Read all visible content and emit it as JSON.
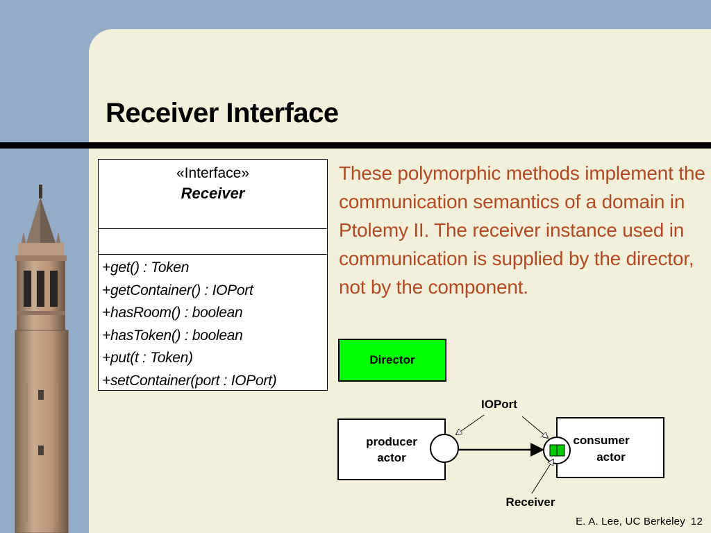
{
  "slide": {
    "title": "Receiver Interface",
    "description": "These polymorphic methods implement the communication semantics of a domain in Ptolemy II. The receiver instance used in communication is supplied by the director, not by the component."
  },
  "uml": {
    "stereotype": "«Interface»",
    "name": "Receiver",
    "operations": [
      "+get() : Token",
      "+getContainer() : IOPort",
      "+hasRoom() : boolean",
      "+hasToken() : boolean",
      "+put(t : Token)",
      "+setContainer(port : IOPort)"
    ]
  },
  "diagram": {
    "director": "Director",
    "producer_line1": "producer",
    "producer_line2": "actor",
    "consumer_line1": "consumer",
    "consumer_line2": "actor",
    "ioport_label": "IOPort",
    "receiver_label": "Receiver",
    "director_color": "#00ff00",
    "receiver_color": "#00cc00"
  },
  "footer": {
    "author": "E. A. Lee, UC Berkeley",
    "page": "12"
  }
}
